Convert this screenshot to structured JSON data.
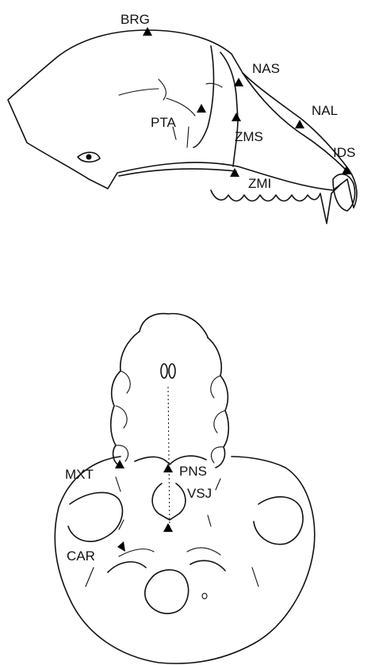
{
  "figure": {
    "lateral_view": {
      "landmarks": [
        {
          "id": "BRG",
          "label": "BRG"
        },
        {
          "id": "NAS",
          "label": "NAS"
        },
        {
          "id": "NAL",
          "label": "NAL"
        },
        {
          "id": "PTA",
          "label": "PTA"
        },
        {
          "id": "ZMS",
          "label": "ZMS"
        },
        {
          "id": "IDS",
          "label": "IDS"
        },
        {
          "id": "ZMI",
          "label": "ZMI"
        }
      ]
    },
    "basal_view": {
      "landmarks": [
        {
          "id": "MXT",
          "label": "MXT"
        },
        {
          "id": "PNS",
          "label": "PNS"
        },
        {
          "id": "VSJ",
          "label": "VSJ"
        },
        {
          "id": "CAR",
          "label": "CAR"
        }
      ]
    }
  }
}
